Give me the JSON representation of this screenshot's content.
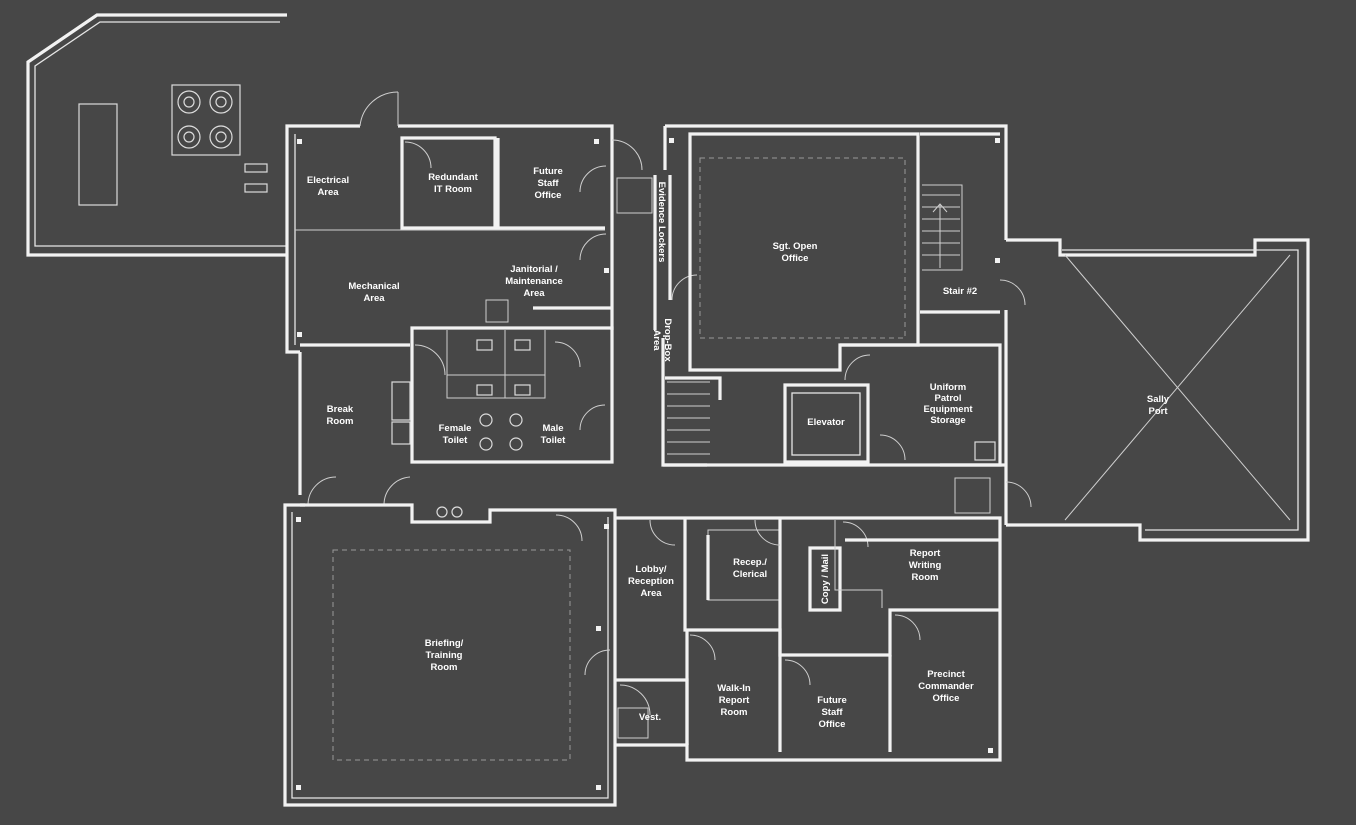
{
  "colors": {
    "background": "#474747",
    "walls": "#f2f2f2",
    "labels": "#ffffff"
  },
  "rooms": {
    "electrical": [
      "Electrical",
      "Area"
    ],
    "redundant_it": [
      "Redundant",
      "IT Room"
    ],
    "future_staff_top": [
      "Future",
      "Staff",
      "Office"
    ],
    "mechanical": [
      "Mechanical",
      "Area"
    ],
    "janitorial": [
      "Janitorial /",
      "Maintenance",
      "Area"
    ],
    "evidence_lockers": [
      "Evidence Lockers"
    ],
    "drop_box": [
      "Drop-Box",
      "Area"
    ],
    "sgt_open_office": [
      "Sgt. Open",
      "Office"
    ],
    "stair2": [
      "Stair #2"
    ],
    "sally_port": [
      "Sally",
      "Port"
    ],
    "break_room": [
      "Break",
      "Room"
    ],
    "female_toilet": [
      "Female",
      "Toilet"
    ],
    "male_toilet": [
      "Male",
      "Toilet"
    ],
    "elevator": [
      "Elevator"
    ],
    "uniform_patrol": [
      "Uniform",
      "Patrol",
      "Equipment",
      "Storage"
    ],
    "briefing": [
      "Briefing/",
      "Training",
      "Room"
    ],
    "lobby": [
      "Lobby/",
      "Reception",
      "Area"
    ],
    "recep": [
      "Recep./",
      "Clerical"
    ],
    "copy_mail": [
      "Copy / Mail"
    ],
    "report_writing": [
      "Report",
      "Writing",
      "Room"
    ],
    "vest": [
      "Vest."
    ],
    "walk_in": [
      "Walk-In",
      "Report",
      "Room"
    ],
    "future_staff_bottom": [
      "Future",
      "Staff",
      "Office"
    ],
    "precinct_commander": [
      "Precinct",
      "Commander",
      "Office"
    ]
  }
}
